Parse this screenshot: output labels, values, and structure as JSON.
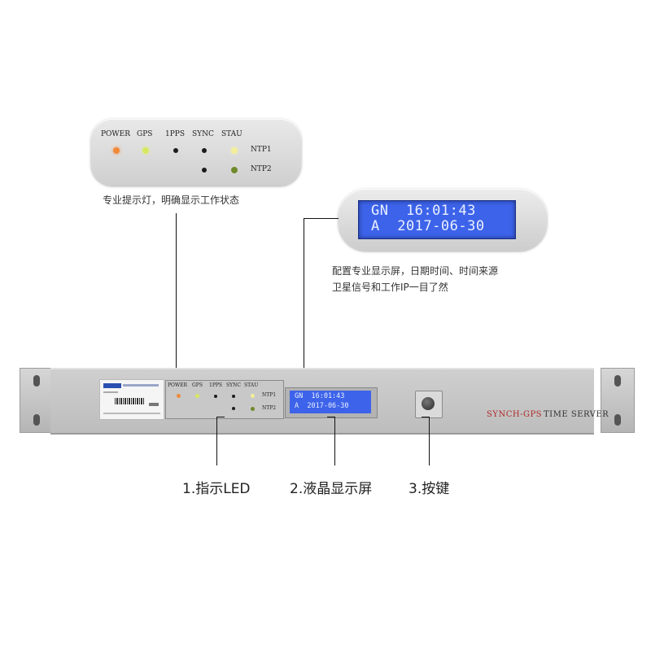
{
  "led_panel": {
    "labels": {
      "power": "POWER",
      "gps": "GPS",
      "pps": "1PPS",
      "sync": "SYNC",
      "stau": "STAU",
      "ntp1": "NTP1",
      "ntp2": "NTP2"
    },
    "led_colors": {
      "power": "#f08a3a",
      "gps": "#d8e860",
      "stau": "#f2ee9a",
      "off": "#1c1c1c",
      "ntp2": "#6f8a2a"
    },
    "caption": "专业提示灯，明确显示工作状态"
  },
  "lcd_panel": {
    "line1": "GN  16:01:43",
    "line2": "A  2017-06-30",
    "caption_line1": "配置专业显示屏，日期时间、时间来源",
    "caption_line2": "卫星信号和工作IP一目了然",
    "screen_color": "#3d63ea"
  },
  "device": {
    "mini_led_labels": {
      "power": "POWER",
      "gps": "GPS",
      "pps": "1PPS",
      "sync": "SYNC",
      "stau": "STAU",
      "ntp1": "NTP1",
      "ntp2": "NTP2"
    },
    "mini_lcd_line1": "GN  16:01:43",
    "mini_lcd_line2": "A  2017-06-30",
    "brand_red": "SYNCH-GPS",
    "brand_dark": "TIME SERVER",
    "brand_color": "#b12a2a"
  },
  "callouts": {
    "led": "1.指示LED",
    "lcd": "2.液晶显示屏",
    "key": "3.按键"
  }
}
